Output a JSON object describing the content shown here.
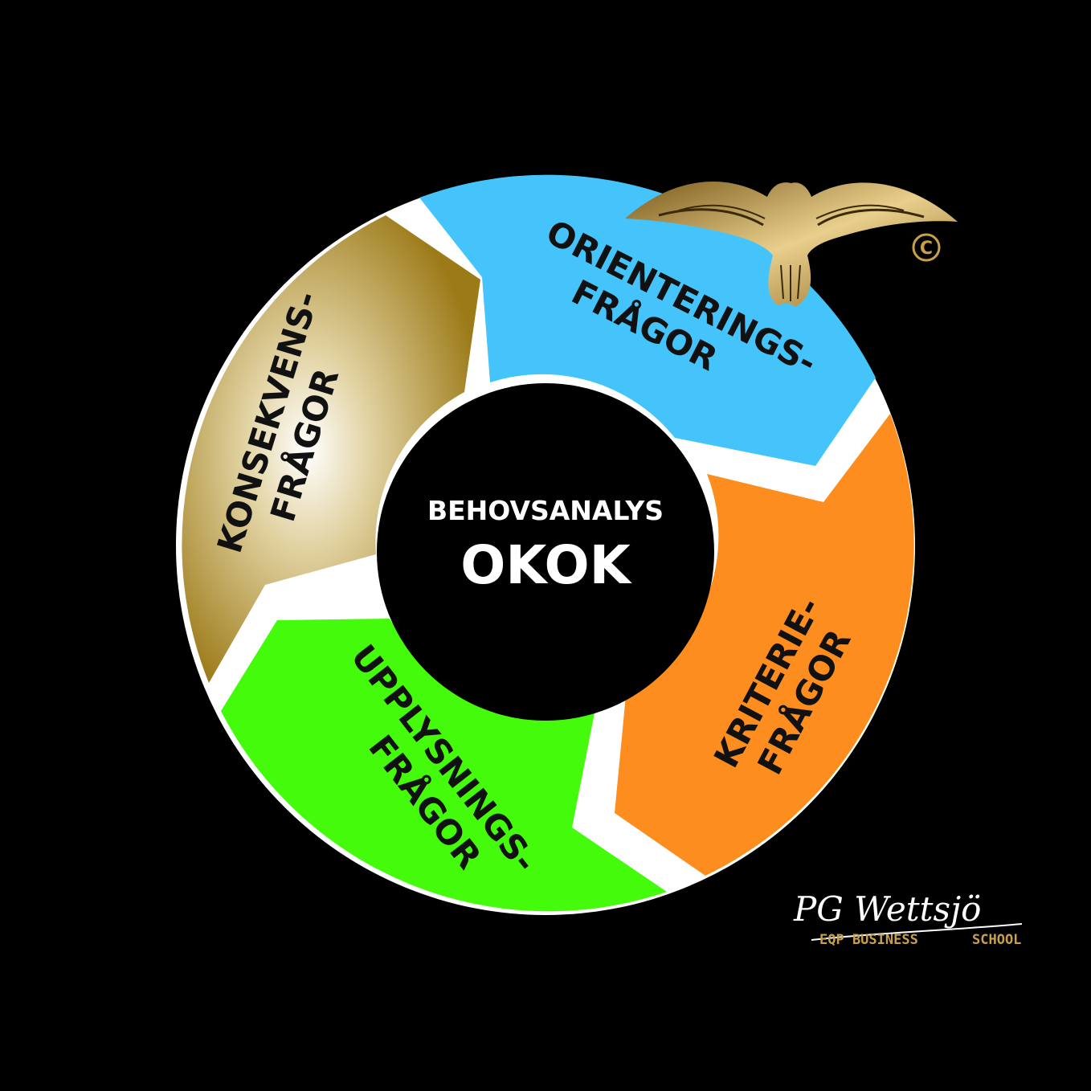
{
  "diagram": {
    "center": {
      "subtitle": "BEHOVSANALYS",
      "title": "OKOK"
    },
    "segments": [
      {
        "id": "orientering",
        "line1": "ORIENTERINGS-",
        "line2": "FRÅGOR",
        "color": "#45c4fb"
      },
      {
        "id": "kriterie",
        "line1": "KRITERIE-",
        "line2": "FRÅGOR",
        "color": "#fc8d1e"
      },
      {
        "id": "upplysning",
        "line1": "UPPLYSNINGS-",
        "line2": "FRÅGOR",
        "color": "#43fb0a"
      },
      {
        "id": "konsekvens",
        "line1": "KONSEKVENS-",
        "line2": "FRÅGOR",
        "color": "#a5842a"
      }
    ]
  },
  "logo": {
    "copyright": "©",
    "signature": "PG Wettsjö",
    "school_left": "EQP BUSINESS",
    "school_right": "SCHOOL",
    "gold": "#c9a04a"
  }
}
